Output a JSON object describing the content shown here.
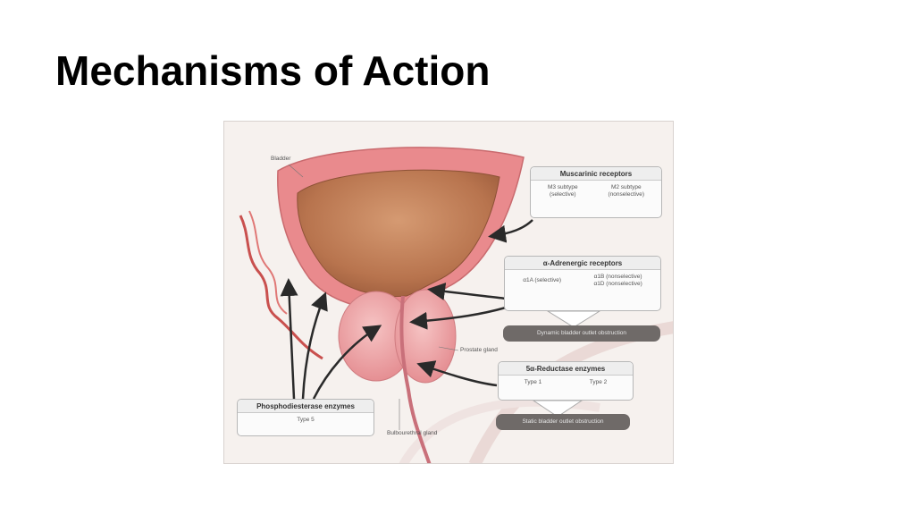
{
  "title": "Mechanisms of Action",
  "diagram": {
    "labels": {
      "bladder": "Bladder",
      "prostate_gland": "Prostate gland",
      "bulbourethral_gland": "Bulbourethral gland"
    },
    "muscarinic": {
      "title": "Muscarinic receptors",
      "left_line1": "M3 subtype",
      "left_line2": "(selective)",
      "right_line1": "M2 subtype",
      "right_line2": "(nonselective)"
    },
    "adrenergic": {
      "title": "α-Adrenergic receptors",
      "left": "α1A (selective)",
      "right_line1": "α1B (nonselective)",
      "right_line2": "α1D (nonselective)"
    },
    "dynamic_obstruction": "Dynamic bladder outlet obstruction",
    "reductase": {
      "title": "5α-Reductase enzymes",
      "left": "Type 1",
      "right": "Type 2"
    },
    "static_obstruction": "Static bladder outlet obstruction",
    "phosphodiesterase": {
      "title": "Phosphodiesterase enzymes",
      "item": "Type 5"
    },
    "colors": {
      "bladder_wall": "#e98a8d",
      "bladder_lumen": "#c0805a",
      "prostate": "#f1a7a9",
      "arrow": "#2a2a2a",
      "obstruction_bar": "#6f6a68"
    }
  }
}
